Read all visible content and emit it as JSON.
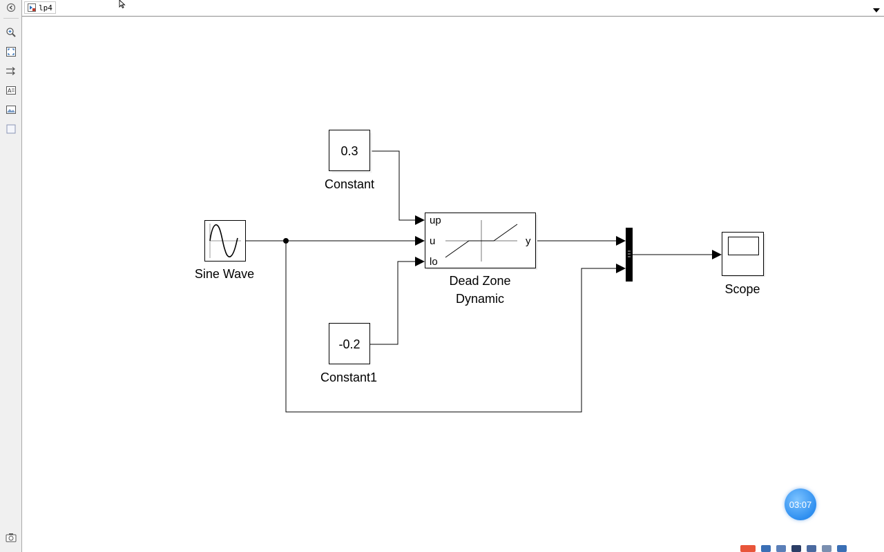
{
  "window": {
    "model_name": "lp4"
  },
  "canvas": {
    "blocks": {
      "constant": {
        "value": "0.3",
        "label": "Constant"
      },
      "constant1": {
        "value": "-0.2",
        "label": "Constant1"
      },
      "sine_wave": {
        "label": "Sine Wave"
      },
      "dead_zone": {
        "label_line1": "Dead Zone",
        "label_line2": "Dynamic",
        "port_up": "up",
        "port_u": "u",
        "port_lo": "lo",
        "port_y": "y"
      },
      "scope": {
        "label": "Scope"
      }
    }
  },
  "overlay": {
    "timer": "03:07"
  },
  "colors": {
    "timer_badge": "#2f8ff0",
    "block_border": "#000000",
    "toolbar_bg": "#f0f0f0"
  },
  "icons": [
    "back-icon",
    "zoom-icon",
    "fit-view-icon",
    "arrows-icon",
    "annotation-icon",
    "image-icon",
    "area-icon",
    "screenshot-icon",
    "dropdown-icon",
    "cursor-icon"
  ]
}
